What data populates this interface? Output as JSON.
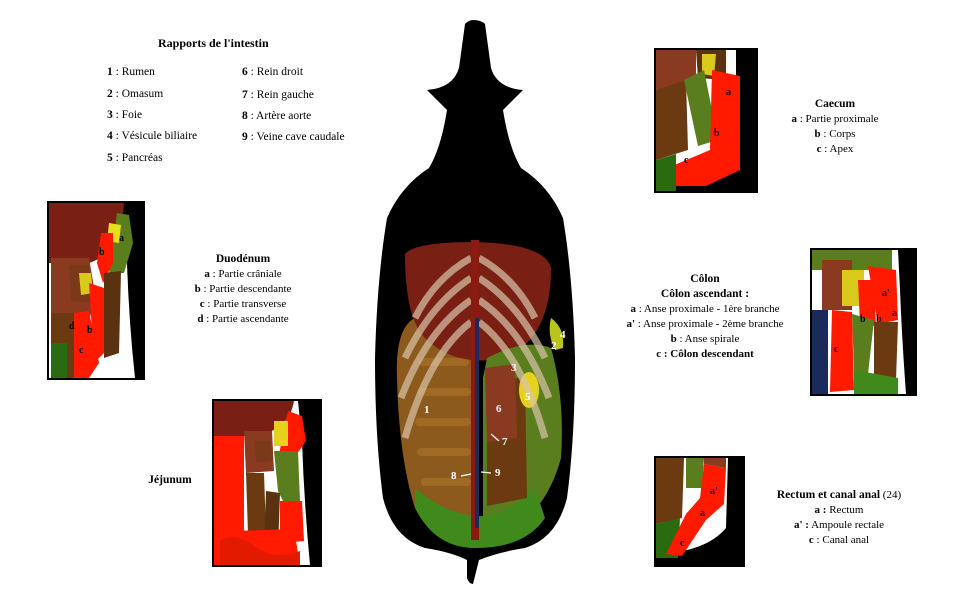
{
  "legend": {
    "title": "Rapports de l'intestin",
    "items": [
      {
        "num": "1",
        "label": " : Rumen"
      },
      {
        "num": "2",
        "label": " : Omasum"
      },
      {
        "num": "3",
        "label": " : Foie"
      },
      {
        "num": "4",
        "label": " : Vésicule biliaire"
      },
      {
        "num": "5",
        "label": " : Pancréas"
      },
      {
        "num": "6",
        "label": " : Rein droit"
      },
      {
        "num": "7",
        "label": " : Rein gauche"
      },
      {
        "num": "8",
        "label": " : Artère aorte"
      },
      {
        "num": "9",
        "label": " : Veine cave caudale"
      }
    ]
  },
  "duodenum": {
    "title": "Duodénum",
    "lines": [
      {
        "k": "a",
        "t": " : Partie crâniale"
      },
      {
        "k": "b",
        "t": " : Partie descendante"
      },
      {
        "k": "c",
        "t": " : Partie transverse"
      },
      {
        "k": "d",
        "t": " : Partie ascendante"
      }
    ]
  },
  "jejunum": {
    "title": "Jéjunum"
  },
  "caecum": {
    "title": "Caecum",
    "lines": [
      {
        "k": "a",
        "t": " : Partie proximale"
      },
      {
        "k": "b",
        "t": " : Corps"
      },
      {
        "k": "c",
        "t": " : Apex"
      }
    ]
  },
  "colon": {
    "title": "Côlon",
    "subtitle": "Côlon ascendant :",
    "lines": [
      {
        "k": "a",
        "t": " : Anse proximale - 1ère branche"
      },
      {
        "k": "a'",
        "t": " : Anse proximale - 2ème branche"
      },
      {
        "k": "b",
        "t": " : Anse spirale"
      },
      {
        "k": "c",
        "t": " : Côlon descendant"
      }
    ]
  },
  "rectum": {
    "title": "Rectum et canal anal",
    "title_suffix": " (24)",
    "lines": [
      {
        "k": "a :",
        "t": " Rectum"
      },
      {
        "k": "a' :",
        "t": " Ampoule rectale"
      },
      {
        "k": "c",
        "t": " : Canal anal"
      }
    ]
  },
  "body_labels": [
    "1",
    "2",
    "3",
    "4",
    "5",
    "6",
    "7",
    "8",
    "9"
  ],
  "panel_labels": {
    "duodenum": [
      "a",
      "b",
      "b",
      "d",
      "c"
    ],
    "caecum": [
      "a",
      "b",
      "c"
    ],
    "colon": [
      "a'",
      "b",
      "b",
      "a",
      "c"
    ],
    "rectum": [
      "a'",
      "a",
      "c"
    ]
  },
  "colors": {
    "silhouette": "#000000",
    "rumen": "#8b5a1c",
    "liver": "#7a1f14",
    "intestine": "#5a7d1e",
    "highlight": "#ff1a00",
    "pancreas": "#e6d21c"
  }
}
